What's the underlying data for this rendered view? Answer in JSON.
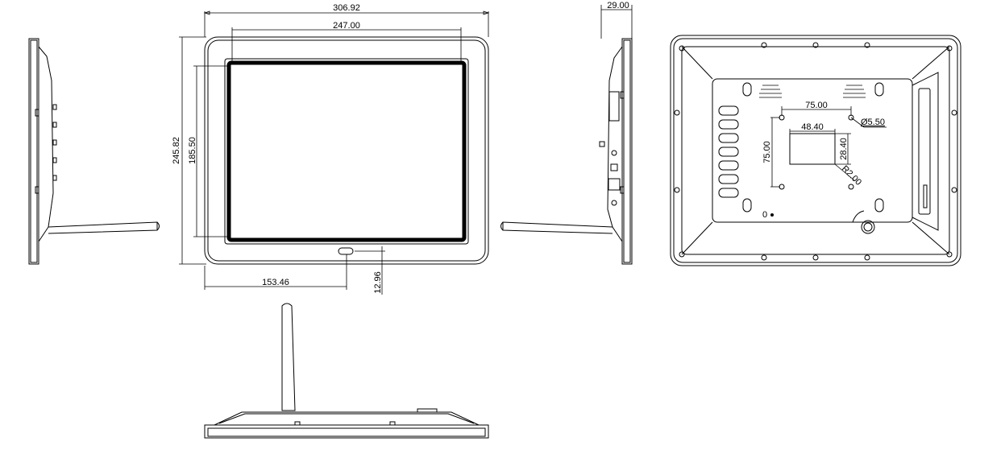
{
  "dimensions": {
    "overall_width": "306.92",
    "screen_width": "247.00",
    "overall_height": "245.82",
    "screen_height": "185.50",
    "button_offset": "153.46",
    "bottom_margin": "12.96",
    "depth": "29.00",
    "vesa_h": "75.00",
    "vesa_v": "75.00",
    "hole_dia": "Ø5.50",
    "cutout_w": "48.40",
    "cutout_h": "28.40",
    "corner_r": "R2.00"
  },
  "labels": {
    "power_mark": "0"
  }
}
